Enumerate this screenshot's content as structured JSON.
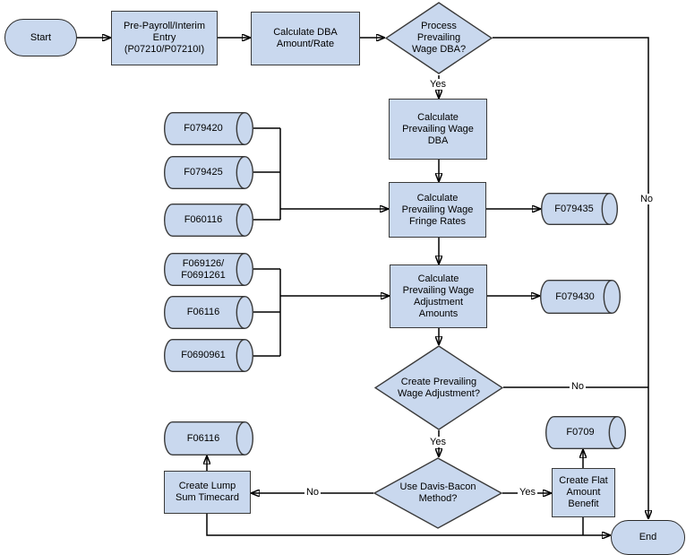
{
  "colors": {
    "node_fill": "#c9d8ee",
    "node_border": "#3a3a3a",
    "connector": "#000000"
  },
  "nodes": {
    "start": {
      "label": "Start"
    },
    "pre_payroll": {
      "label": "Pre-Payroll/Interim\nEntry\n(P07210/P07210I)"
    },
    "calculate_dba": {
      "label": "Calculate DBA\nAmount/Rate"
    },
    "process_pw_dba": {
      "label": "Process\nPrevailing\nWage DBA?"
    },
    "calculate_pw_dba": {
      "label": "Calculate\nPrevailing Wage\nDBA"
    },
    "calculate_fringe": {
      "label": "Calculate\nPrevailing Wage\nFringe Rates"
    },
    "calculate_adjustment": {
      "label": "Calculate\nPrevailing Wage\nAdjustment\nAmounts"
    },
    "create_adjustment": {
      "label": "Create Prevailing\nWage Adjustment?"
    },
    "use_davis_bacon": {
      "label": "Use Davis-Bacon\nMethod?"
    },
    "create_lump_sum": {
      "label": "Create Lump\nSum Timecard"
    },
    "create_flat_amount": {
      "label": "Create Flat\nAmount\nBenefit"
    },
    "end": {
      "label": "End"
    }
  },
  "tables": {
    "f079420": {
      "label": "F079420"
    },
    "f079425": {
      "label": "F079425"
    },
    "f060116": {
      "label": "F060116"
    },
    "f069126": {
      "label": "F069126/\nF0691261"
    },
    "f06116_in": {
      "label": "F06116"
    },
    "f0690961": {
      "label": "F0690961"
    },
    "f079435": {
      "label": "F079435"
    },
    "f079430": {
      "label": "F079430"
    },
    "f0709": {
      "label": "F0709"
    },
    "f06116_out": {
      "label": "F06116"
    }
  },
  "edge_labels": {
    "process_yes": "Yes",
    "process_no": "No",
    "adjustment_no": "No",
    "adjustment_yes": "Yes",
    "davis_no": "No",
    "davis_yes": "Yes"
  }
}
